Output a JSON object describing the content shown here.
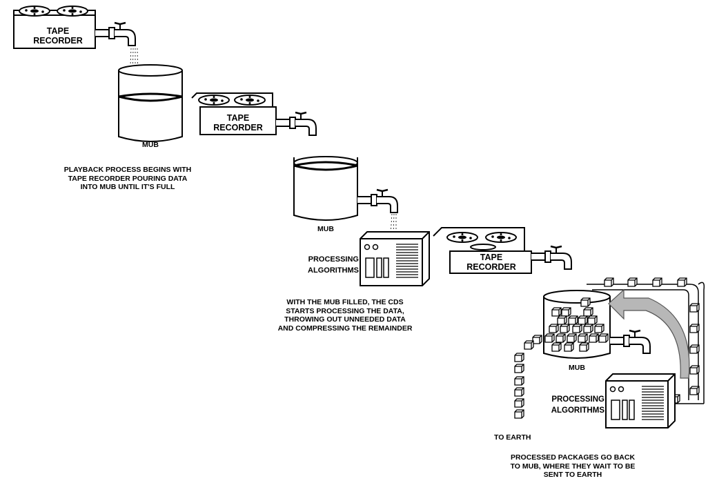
{
  "stage1": {
    "recorder_label": [
      "TAPE",
      "RECORDER"
    ],
    "mub_label": "MUB",
    "caption": [
      "PLAYBACK PROCESS BEGINS WITH",
      "TAPE RECORDER POURING DATA",
      "INTO MUB UNTIL IT'S FULL"
    ]
  },
  "stage2": {
    "recorder_label": [
      "TAPE",
      "RECORDER"
    ],
    "mub_label": "MUB",
    "processor_label": [
      "PROCESSING",
      "ALGORITHMS"
    ],
    "caption": [
      "WITH THE MUB FILLED, THE CDS",
      "STARTS PROCESSING THE DATA,",
      "THROWING OUT UNNEEDED DATA",
      "AND COMPRESSING THE REMAINDER"
    ]
  },
  "stage3": {
    "recorder_label": [
      "TAPE",
      "RECORDER"
    ],
    "mub_label": "MUB",
    "processor_label": [
      "PROCESSING",
      "ALGORITHMS"
    ],
    "to_earth_label": "TO EARTH",
    "caption": [
      "PROCESSED PACKAGES GO BACK",
      "TO MUB, WHERE THEY WAIT TO BE",
      "SENT TO EARTH"
    ]
  }
}
